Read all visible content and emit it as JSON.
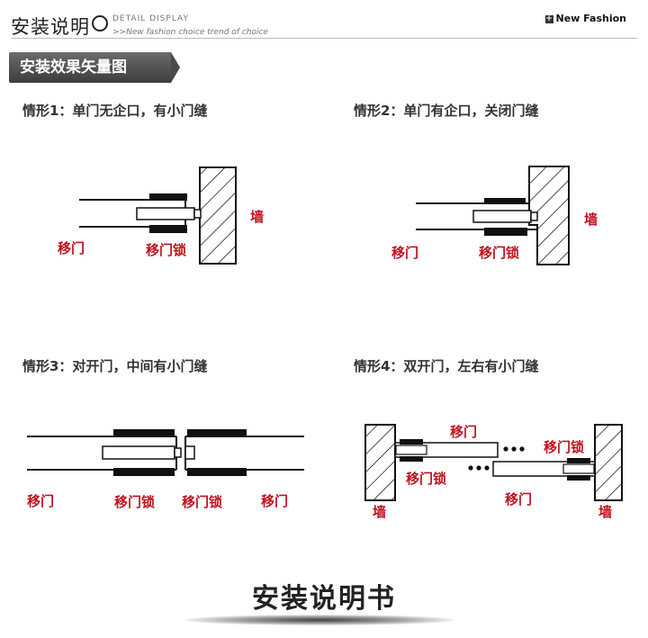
{
  "header": {
    "title": "安装说明",
    "subtitle_line1": "DETAIL DISPLAY",
    "subtitle_line2": ">>New fashion choice  trend of choice",
    "right_label": "New Fashion",
    "plus_icon": "plus-square-icon",
    "circle_icon": "circle-arrow-icon"
  },
  "section": {
    "title": "安装效果矢量图"
  },
  "cases": [
    {
      "title": "情形1：单门无企口，有小门缝",
      "labels": {
        "door": "移门",
        "lock": "移门锁",
        "wall": "墙"
      }
    },
    {
      "title": "情形2：单门有企口，关闭门缝",
      "labels": {
        "door": "移门",
        "lock": "移门锁",
        "wall": "墙"
      }
    },
    {
      "title": "情形3：对开门，中间有小门缝",
      "labels": {
        "door_left": "移门",
        "lock_left": "移门锁",
        "lock_right": "移门锁",
        "door_right": "移门"
      }
    },
    {
      "title": "情形4：双开门，左右有小门缝",
      "labels": {
        "wall_left": "墙",
        "door_top": "移门",
        "lock_left": "移门锁",
        "lock_right": "移门锁",
        "door_bottom": "移门",
        "wall_right": "墙"
      }
    }
  ],
  "footer": {
    "title": "安装说明书"
  },
  "colors": {
    "label_red": "#c1121f",
    "banner_gray": "#555555",
    "line": "#111111"
  }
}
